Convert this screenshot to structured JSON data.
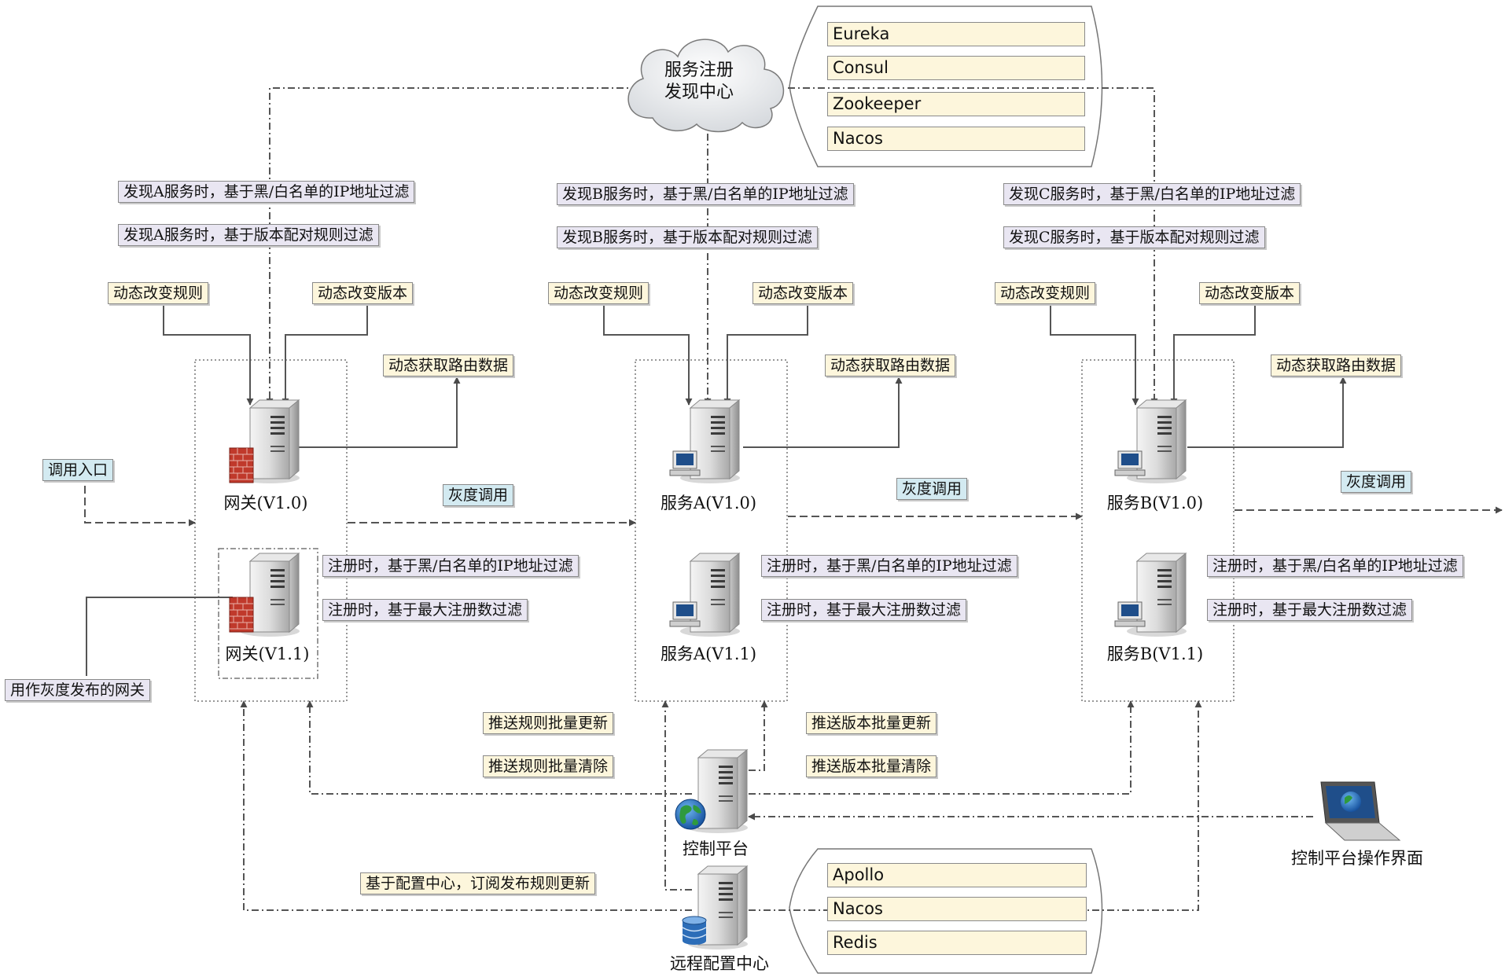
{
  "registry": {
    "cloud_line1": "服务注册",
    "cloud_line2": "发现中心",
    "items": [
      "Eureka",
      "Consul",
      "Zookeeper",
      "Nacos"
    ]
  },
  "config_center": {
    "items": [
      "Apollo",
      "Nacos",
      "Redis"
    ],
    "caption": "远程配置中心"
  },
  "gateway": {
    "discover_blacklist": "发现A服务时，基于黑/白名单的IP地址过滤",
    "discover_version": "发现A服务时，基于版本配对规则过滤",
    "dynamic_rule": "动态改变规则",
    "dynamic_version": "动态改变版本",
    "route_data": "动态获取路由数据",
    "v10": "网关(V1.0)",
    "v11": "网关(V1.1)",
    "register_blacklist": "注册时，基于黑/白名单的IP地址过滤",
    "register_max": "注册时，基于最大注册数过滤"
  },
  "service_a": {
    "discover_blacklist": "发现B服务时，基于黑/白名单的IP地址过滤",
    "discover_version": "发现B服务时，基于版本配对规则过滤",
    "dynamic_rule": "动态改变规则",
    "dynamic_version": "动态改变版本",
    "route_data": "动态获取路由数据",
    "v10": "服务A(V1.0)",
    "v11": "服务A(V1.1)",
    "register_blacklist": "注册时，基于黑/白名单的IP地址过滤",
    "register_max": "注册时，基于最大注册数过滤"
  },
  "service_b": {
    "discover_blacklist": "发现C服务时，基于黑/白名单的IP地址过滤",
    "discover_version": "发现C服务时，基于版本配对规则过滤",
    "dynamic_rule": "动态改变规则",
    "dynamic_version": "动态改变版本",
    "route_data": "动态获取路由数据",
    "v10": "服务B(V1.0)",
    "v11": "服务B(V1.1)",
    "register_blacklist": "注册时，基于黑/白名单的IP地址过滤",
    "register_max": "注册时，基于最大注册数过滤"
  },
  "entry": "调用入口",
  "gray_gateway": "用作灰度发布的网关",
  "gray_call": [
    "灰度调用",
    "灰度调用",
    "灰度调用"
  ],
  "control": {
    "push_rule_update": "推送规则批量更新",
    "push_rule_clear": "推送规则批量清除",
    "push_version_update": "推送版本批量更新",
    "push_version_clear": "推送版本批量清除",
    "caption": "控制平台",
    "ui_caption": "控制平台操作界面",
    "subscribe": "基于配置中心，订阅发布规则更新"
  },
  "icons": [
    "cloud-icon",
    "server-icon",
    "firewall-icon",
    "computer-icon",
    "globe-icon",
    "database-icon",
    "laptop-icon"
  ]
}
